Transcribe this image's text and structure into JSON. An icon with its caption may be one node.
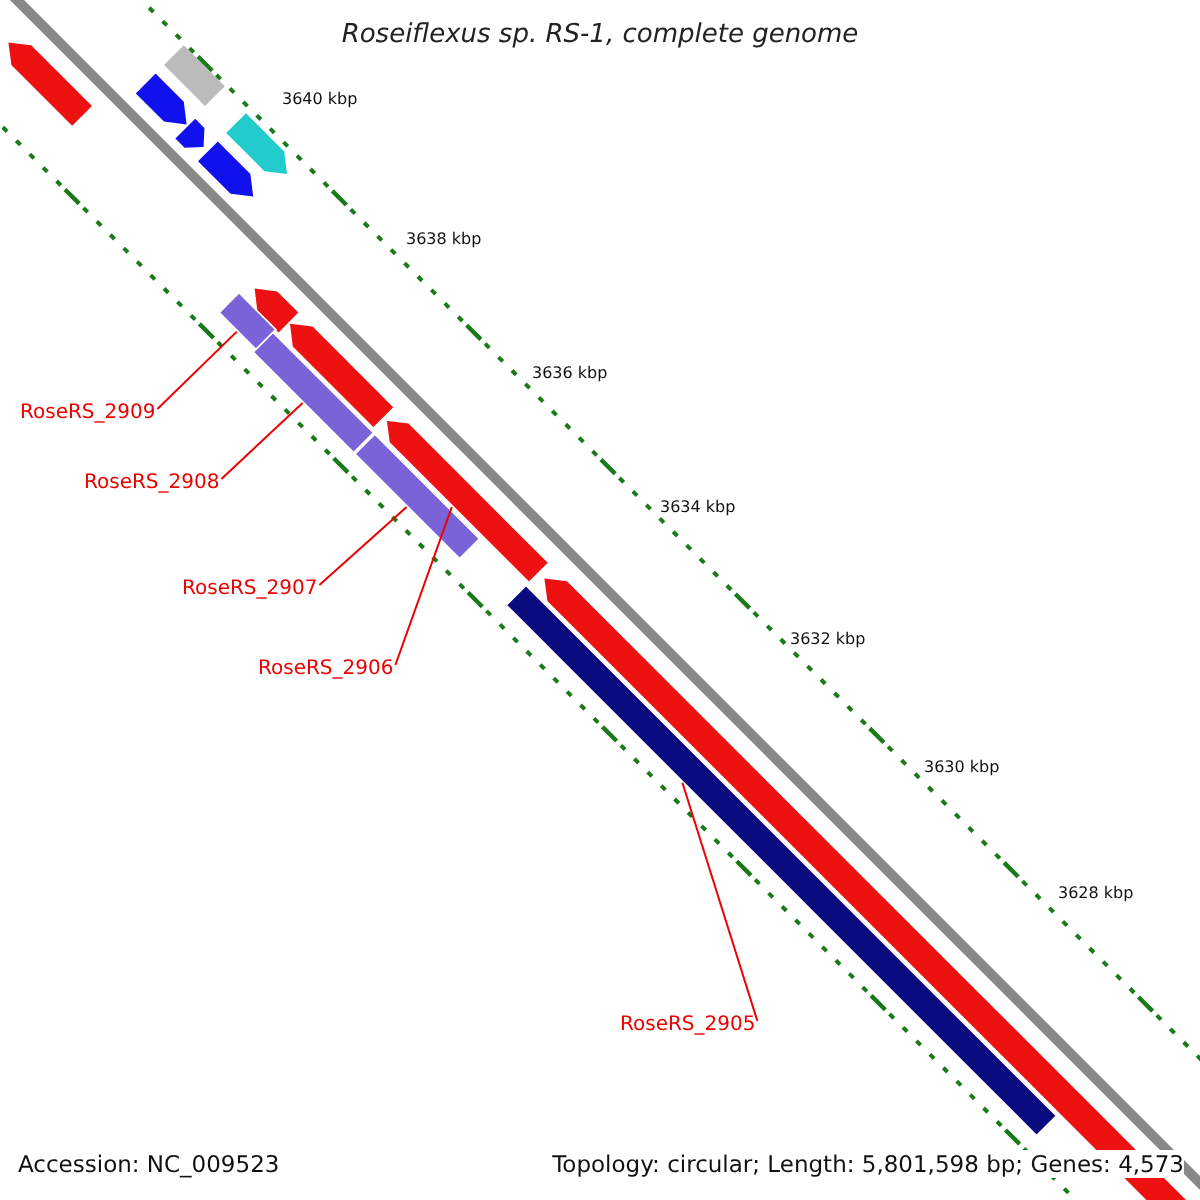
{
  "diagram": {
    "title": "Roseiflexus sp. RS-1, complete genome",
    "nodes": [
      {
        "text": [
          "RoseRS_2909"
        ]
      },
      {
        "text": [
          "RoseRS_2908"
        ]
      },
      {
        "text": [
          "RoseRS_2907"
        ]
      },
      {
        "text": [
          "RoseRS_2906"
        ]
      },
      {
        "text": [
          "RoseRS_2905"
        ]
      },
      {
        "text": [],
        "shape": "bar"
      },
      {
        "text": [],
        "shape": "bar"
      },
      {
        "text": [],
        "shape": "bar"
      },
      {
        "text": [],
        "shape": "arrow"
      },
      {
        "text": [],
        "shape": "bar"
      }
    ],
    "edges": [
      {
        "from": 0,
        "to": 5,
        "arrow": "none"
      },
      {
        "from": 1,
        "to": 6,
        "arrow": "none"
      },
      {
        "from": 2,
        "to": 7,
        "arrow": "none"
      },
      {
        "from": 3,
        "to": 8,
        "arrow": "none"
      },
      {
        "from": 4,
        "to": 9,
        "arrow": "none"
      }
    ],
    "labels": [
      "3640 kbp",
      "3638 kbp",
      "3636 kbp",
      "3634 kbp",
      "3632 kbp",
      "3630 kbp",
      "3628 kbp",
      "Accession: NC_009523",
      "Topology: circular; Length: 5,801,598 bp; Genes: 4,573"
    ]
  }
}
